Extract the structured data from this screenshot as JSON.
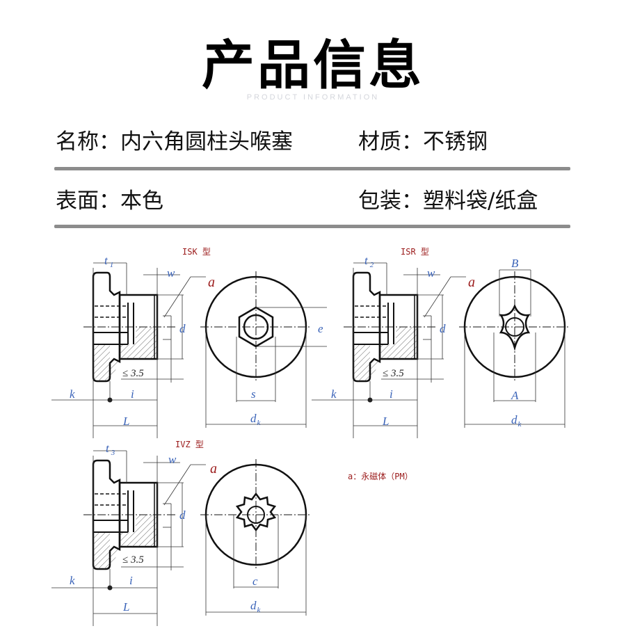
{
  "header": {
    "title": "产品信息",
    "subtitle": "PRODUCT INFORMATION"
  },
  "fields": [
    {
      "label": "名称：",
      "value": "内六角圆柱头喉塞"
    },
    {
      "label": "材质：",
      "value": "不锈钢"
    },
    {
      "label": "表面：",
      "value": "本色"
    },
    {
      "label": "包装：",
      "value": "塑料袋/纸盒"
    }
  ],
  "drawings": {
    "isk": {
      "type": "ISK 型",
      "t": "t",
      "t_sub": "1",
      "w": "w",
      "a": "a",
      "d": "d",
      "e": "e",
      "le": "≤ 3.5",
      "k": "k",
      "i": "i",
      "L": "L",
      "s": "s",
      "dk": "d",
      "dk_sub": "k"
    },
    "isr": {
      "type": "ISR 型",
      "t": "t",
      "t_sub": "2",
      "w": "w",
      "a": "a",
      "d": "d",
      "B": "B",
      "le": "≤ 3.5",
      "k": "k",
      "i": "i",
      "L": "L",
      "A": "A",
      "dk": "d",
      "dk_sub": "k"
    },
    "ivz": {
      "type": "IVZ 型",
      "t": "t",
      "t_sub": "3",
      "w": "w",
      "a": "a",
      "d": "d",
      "le": "≤ 3.5",
      "k": "k",
      "i": "i",
      "L": "L",
      "c": "c",
      "dk": "d",
      "dk_sub": "k"
    }
  },
  "note": "a：永磁体（PM）"
}
